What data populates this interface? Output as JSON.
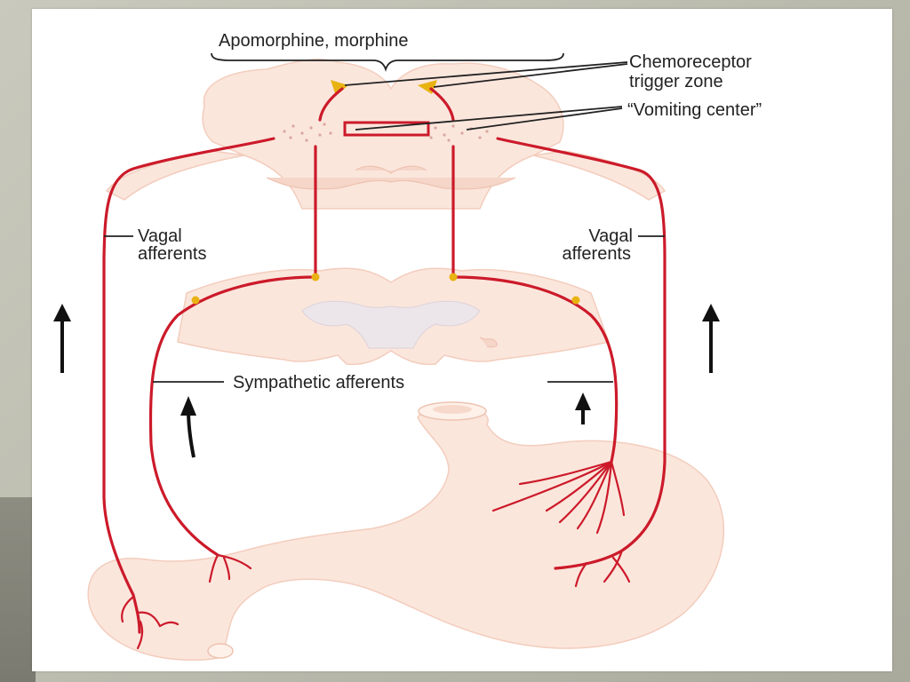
{
  "labels": {
    "drugs": "Apomorphine, morphine",
    "ctz_line1": "Chemoreceptor",
    "ctz_line2": "trigger zone",
    "vomiting_center": "“Vomiting center”",
    "vagal_left_line1": "Vagal",
    "vagal_left_line2": "afferents",
    "vagal_right_line1": "Vagal",
    "vagal_right_line2": "afferents",
    "sympathetic": "Sympathetic afferents"
  },
  "colors": {
    "nerve": "#cc1a2a",
    "tissue": "#fbe6dc",
    "ganglion": "#e8b312",
    "arrow": "#111111"
  },
  "icons": {
    "arrows": [
      "up-arrow-icon",
      "up-arrow-icon",
      "up-arrow-icon",
      "up-arrow-icon"
    ]
  }
}
